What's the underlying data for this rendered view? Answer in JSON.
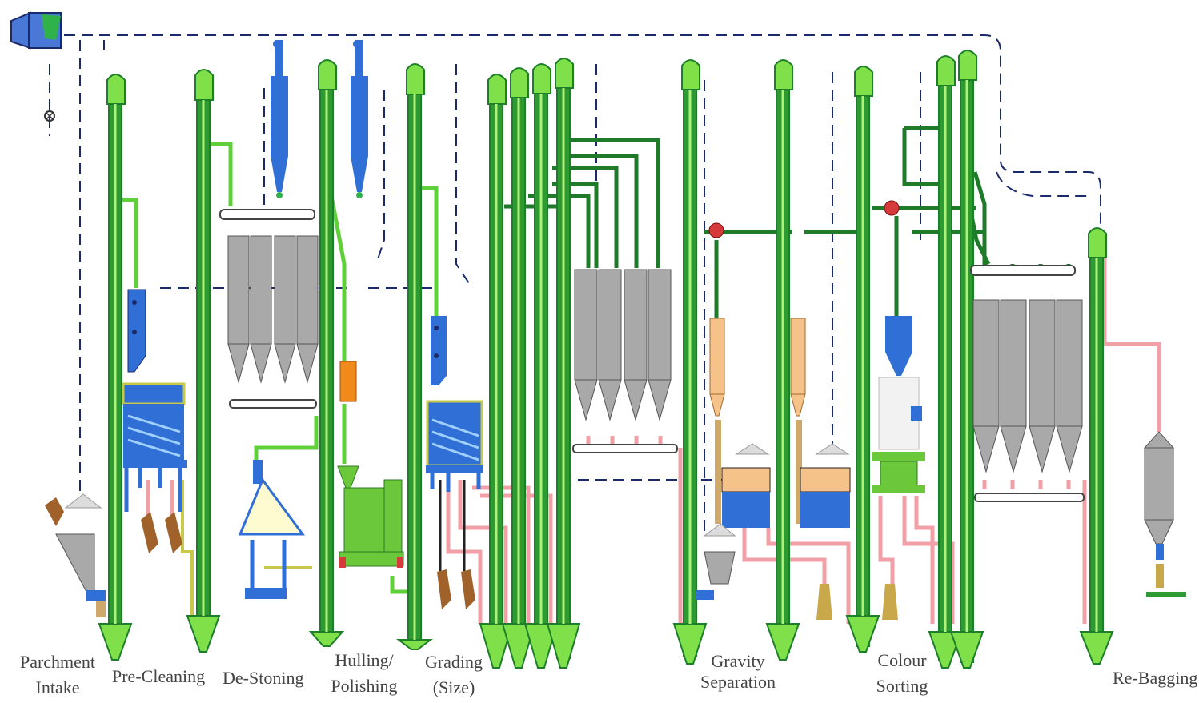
{
  "stages": [
    {
      "id": "parchment-intake",
      "lines": [
        "Parchment",
        "Intake"
      ]
    },
    {
      "id": "pre-cleaning",
      "lines": [
        "Pre-Cleaning"
      ]
    },
    {
      "id": "de-stoning",
      "lines": [
        "De-Stoning"
      ]
    },
    {
      "id": "hulling-polishing",
      "lines": [
        "Hulling/",
        "Polishing"
      ]
    },
    {
      "id": "grading-size",
      "lines": [
        "Grading",
        "(Size)"
      ]
    },
    {
      "id": "gravity-separation",
      "lines": [
        "Gravity",
        "Separation"
      ]
    },
    {
      "id": "colour-sorting",
      "lines": [
        "Colour",
        "Sorting"
      ]
    },
    {
      "id": "re-bagging",
      "lines": [
        "Re-Bagging"
      ]
    }
  ],
  "colors": {
    "elevator": "#2e9a32",
    "elevator_light": "#7fe04a",
    "product_line": "#1f7a2a",
    "feed_line": "#5fcf3a",
    "reject_line": "#f2a0a8",
    "aspiration": "#1b2a6b",
    "silo": "#a9a9a9",
    "machine_blue": "#2f6fd6",
    "huller_green": "#6ac83a",
    "gravity_orange": "#f5c38a",
    "valve_red": "#d63a3a"
  }
}
